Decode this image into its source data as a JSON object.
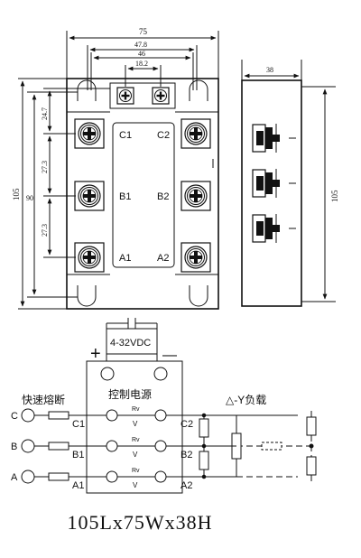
{
  "dimensions": {
    "width_75": "75",
    "width_47_8": "47.8",
    "width_46": "46",
    "width_18_2": "18.2",
    "side_38": "38",
    "height_105": "105",
    "height_90": "90",
    "pitch_24_7": "24.7",
    "pitch_27_3_a": "27.3",
    "pitch_27_3_b": "27.3",
    "side_height_105": "105"
  },
  "front_terminals": {
    "c1": "C1",
    "c2": "C2",
    "b1": "B1",
    "b2": "B2",
    "a1": "A1",
    "a2": "A2"
  },
  "schematic": {
    "supply_voltage": "4-32VDC",
    "plus_sign": "+",
    "minus_sign": "—",
    "control_supply_label": "控制电源",
    "fuse_label": "快速熔断",
    "load_label": "△-Y负载",
    "phase_c": "C",
    "phase_b": "B",
    "phase_a": "A",
    "term_c1": "C1",
    "term_c2": "C2",
    "term_b1": "B1",
    "term_b2": "B2",
    "term_a1": "A1",
    "term_a2": "A2",
    "rv_label": "Rv",
    "v_label": "V"
  },
  "caption": "105Lx75Wx38H"
}
